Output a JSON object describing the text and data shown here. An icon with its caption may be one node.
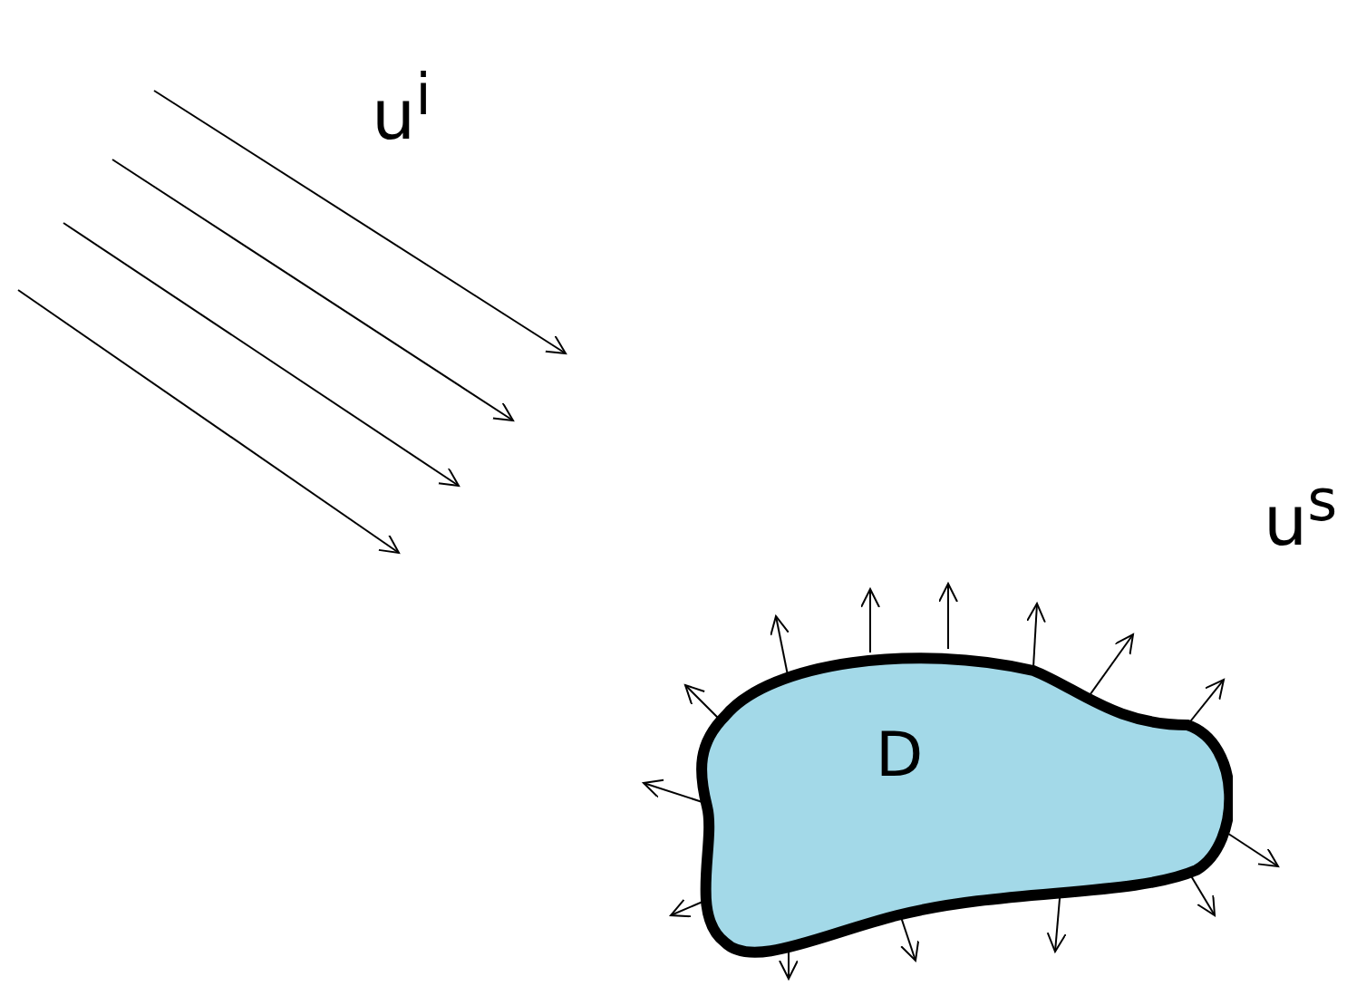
{
  "diagram": {
    "nodes": [
      {
        "text": [
          "D"
        ]
      }
    ],
    "labels": [
      "u$^{i}$",
      "u$^{s}$"
    ]
  }
}
